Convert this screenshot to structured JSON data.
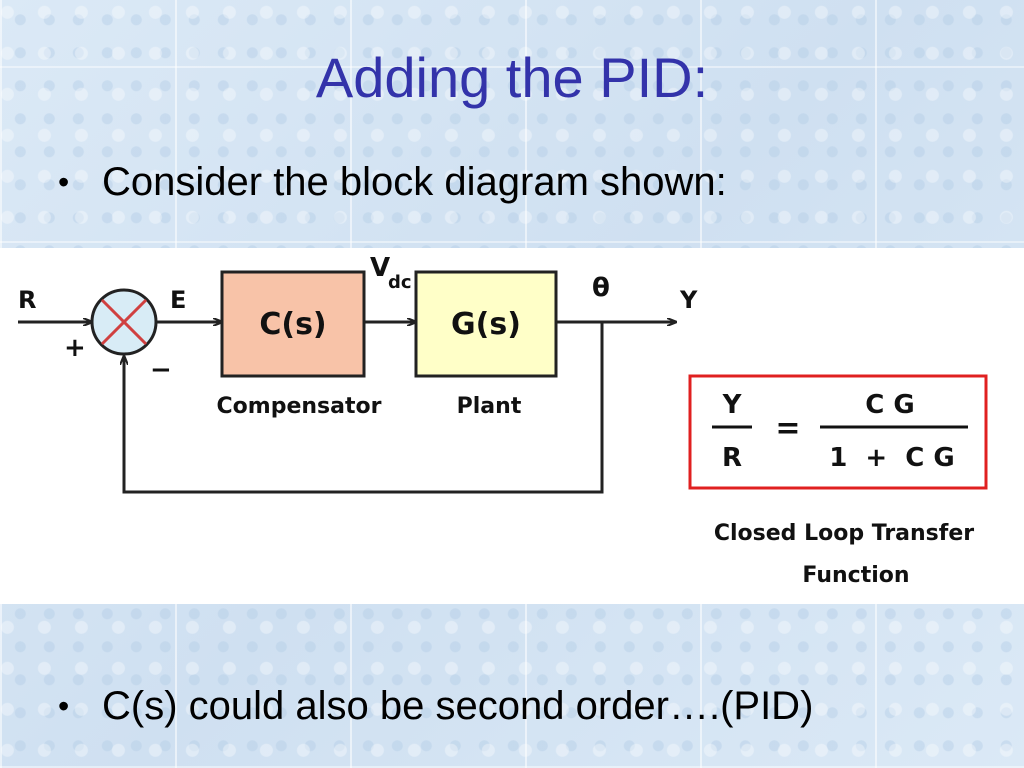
{
  "slide": {
    "title": "Adding the PID:",
    "bullets": [
      "Consider the block diagram shown:",
      "C(s) could also be second order….(PID)"
    ]
  },
  "diagram": {
    "signals": {
      "input": "R",
      "error": "E",
      "control": "V",
      "control_sub": "dc",
      "plant_out": "θ",
      "output": "Y"
    },
    "summing_signs": {
      "plus": "+",
      "minus": "−"
    },
    "blocks": [
      {
        "name": "C(s)",
        "caption": "Compensator",
        "fill": "#f8c3a8"
      },
      {
        "name": "G(s)",
        "caption": "Plant",
        "fill": "#ffffc8"
      }
    ],
    "transfer_function": {
      "lhs_num": "Y",
      "lhs_den": "R",
      "equals": "=",
      "rhs_num": "C G",
      "rhs_den": "1  +  C G",
      "border_color": "#e02020",
      "caption_line1": "Closed Loop Transfer",
      "caption_line2": "Function"
    }
  }
}
